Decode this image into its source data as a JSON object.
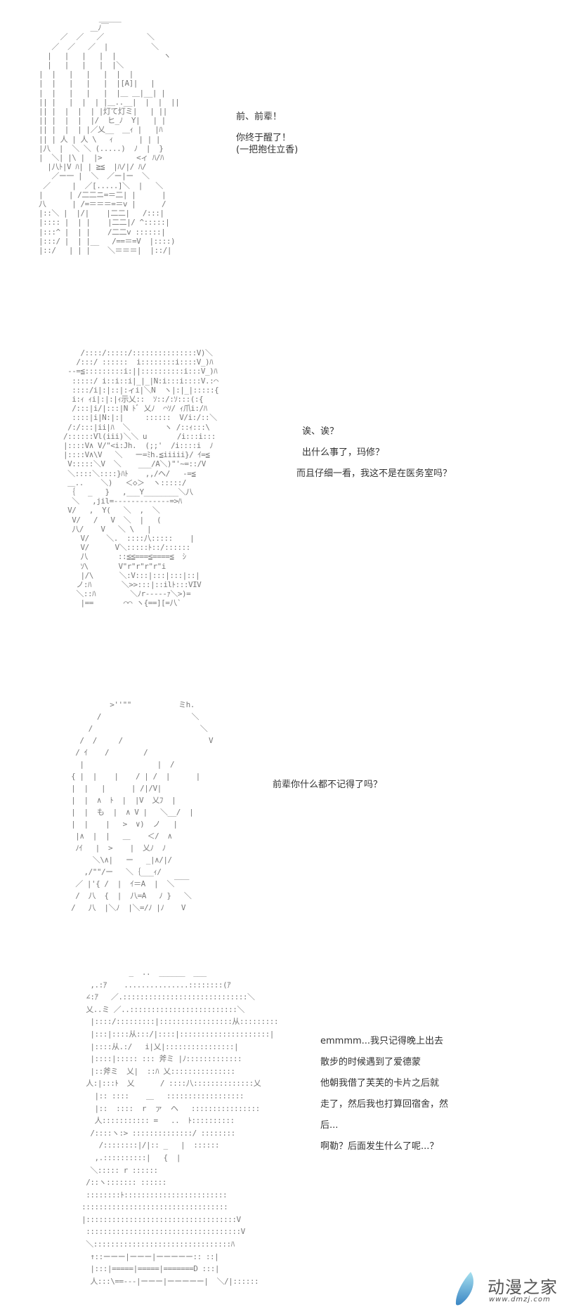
{
  "panels": [
    {
      "id": "panel-1",
      "dialogue": [
        "前、前辈！",
        "",
        "你终于醒了！",
        "(一把抱住立香)"
      ]
    },
    {
      "id": "panel-2",
      "dialogue": [
        "诶、诶？",
        "出什么事了，玛修？",
        "而且仔细一看，我这不是在医务室吗？"
      ]
    },
    {
      "id": "panel-3",
      "dialogue": [
        "前辈你什么都不记得了吗？"
      ]
    },
    {
      "id": "panel-4",
      "dialogue": [
        "emmmm...我只记得晚上出去",
        "散步的时候遇到了爱德蒙",
        "他朝我借了芙芙的卡片之后就",
        "走了，然后我也打算回宿舍，然",
        "后...",
        "啊勒？后面发生什么了呢...？"
      ]
    }
  ],
  "ascii_art": {
    "panel1": "              ＿＿＿\n            ＿ﾉ￣\n     ／  ／   ／          ＼\n   ／  ／   ／  |          ＼\n  |   |   |   |  |           ヽ\n  |   |   |   |  |＼\n|  |   |   |   |  |  |\n|  |   |   |   |  |[A]|   |\n|  |   |   |   |  |＿ ＿|__| |\n|| |   |  |  | |＿..__|  |  |  ||\n|| |  |  |  | |灯て灯ミ|   | ||\n|| |  |  |  |/  ヒ_ﾉ  Y|   | |\n|| |  |  | |／乂__  ＿ｨ |   |ﾊ\n|| | 人 | 人 \\   ｨ      | | |\n|八  |  ＼ ＼ (.....)  ﾉ  |  }\n|  ＼| |\\ |  |>        <ィ ﾊ/ﾊ\n  |八ﾄ|V ﾊ| | ≧≦  |ﾊ/|/ ﾊ/\n   ／ー一 |  ＼  ／ー|ー  ＼\n ／     |  ／[.....]＼  |   ＼\n|      | /二二ニ=＝二| |      |\n八      | /=＝＝＝=＝v |      /\n|::＼ |  |/|    |二二|   /:::|\n|:::: |  | |    |二二|/ ^:::::|\n|:::^ |  | |    /二二v ::::::|\n|:::/ |  | |__   /==＝=V  |::::)\n|::/   | | |    ＼＝＝＝|  |::/|",
    "panel2": "    /::::/:::::/:::::::::::::::V)＼\n   /:::/ ::::::  i::::::::i::::V_)ﾊ\n --=≦:::::::::i:||::::::::::i:::V_)ﾊ\n  :::::/ i::i::i|_|_|N:i:::i::::V.:⌒\n  ::::/i|:|::|:ィi|＼N  ヽ|:|_|:::::{\n  i:ｨ ｨi|:|:|ｨ示乂::  ｿ::/:ｿ:::(:{\n  /:::|i/|:::|N ﾄﾞ 乂ﾉ  ⌒ｿ/ ｨ爪i:/ﾊ\n  ::::|i|N:|:|     ::::::  V/i:/::＼\n /:/:::|ii|ﾊ  ＼        ヽ /::ｨ:::\\\n/::::::Vl(iii)＼＼ u       /i:::i:::\n|::::V∧ V/\"<i:Jh.  (;;'  /i::::i  ﾉ\n|::::V∧\\V   ＼   ー=ﾐh.≦iiiii}/ ｲ=≦\n V:::::＼V  ＼    ___/A＼)\"'~=::/V\n ＼::::＼::::}ﾊﾄ    ,,/ヘ/   -=≦\n ＿..    ＼)   ＜◇＞  ヽ:::::/\n ｛   _   }   ,___Y________＼八\n  ＼   ,jil=-------------=>ﾊ\n V/   ,  Y(   ＼  ,  ＼\n  V/   /   V  ＼  |   (\n  八/    V   ＼ \\   |\n    V/    ＼.  ::::八:::::    |\n    V/      V＼:::::ﾄ::/::::::\n    八       ::≦≦===≦====≦  ｼ\n    ｿ\\       V\"r\"r\"r\"r\"i\n    |/\\      ＼:V:::|:::|:::|::|\n   ノ:ﾊ       ＼>>:::|::ilﾄ:::VIV\n   ＼::ﾊ        ＼ﾉr-----ｧ＼>)=\n    |==       ⌒⌒ ヽ{==][=八`",
    "panel3": "          >''\"\"           ミh.\n       /                     ＼\n     /                         ＼\n   /  /     /                    V\n  / ｲ    /        /\n   |                 |  /\n { |  |    |    / | /  |      |\n |  |   |      | /|/V|\n |  |  ∧  ﾄ  |  |V  乂ﾌ  |\n |  |  も  |  ∧ V |   ＼__/  |\n |  |    |   >  ∨)  ノ   |\n  |∧  |  |   ＿    ＜/  ∧\n  ﾉｲ   |  >    |  乂ﾉ  ﾉ\n      ＼\\∧|   ー   _|∧/|/\n    ,/\"\"/ー   ＼｛___ｨ/\n  ／ |'{ /  |  ｲ＝A  |  ＼￣￣\n  /  八  {  |  八=A   ﾉ }   ＼\n /   八  |＼ﾉ  |＼=/ﾉ |ﾉ    V",
    "panel4": "            _  ..  ______  ___\n   ,.:ｱ    ...............::::::::(ｱ\n  ∠:ｱ   ／.:::::::::::::::::::::::::::::＼\n  乂..ミ ／..:::::::::::::::::::::::::＼\n   |::::/:::::::::|:::::::::::::::::从:::::::::\n   |:::|::::从:::/|::::|:::::::::::::::::::::|\n   |::::从.:/   i|乂|::::::::::::::::|\n   |::::|::::: ::: 斧ミ |ﾉ:::::::::::::\n   |::斧ミ  乂|  ::ﾊ 乂:::::::::::::::\n  人:|:::ﾄ  乂      / ::::八::::::::::::::乂\n    |:: ::::    ＿   ::::::::::::::::::\n    |::  ::::  r  ァ  ヘ   ::::::::::::::::\n    人::::::::::: =   ..  ﾄ::::::::::\n   /::::ヽ:> ::::::::::::::/ ::::::::\n     /::::::::|/|:: _   |  ::::::\n    ,.::::::::::|   {  |\n   ＼::::: r ::::::\n  /::ヽ::::::: ::::::\n  ::::::::ﾄ::::::::::::::::::::::::\n ::::::::::::::::::::::::::::::::::\n |:::::::::::::::::::::::::::::::::::V\n  ::::::::::::::::::::::::::::::::::::V\n  ＼::::::::::::::::::::::::::::::::ﾊ\n   ↑::ーーー|ーーー|ーーーーー:: ::|\n   |:::|=====|=====|=======D :::|\n   人:::\\==---|ーーー|ーーーーー|  ＼/|::::::"
  },
  "watermark": {
    "name": "动漫之家",
    "url": "www.dmzj.com",
    "leaf_color_top": "#8fd3e8",
    "leaf_color_bottom": "#3a8fc8"
  }
}
